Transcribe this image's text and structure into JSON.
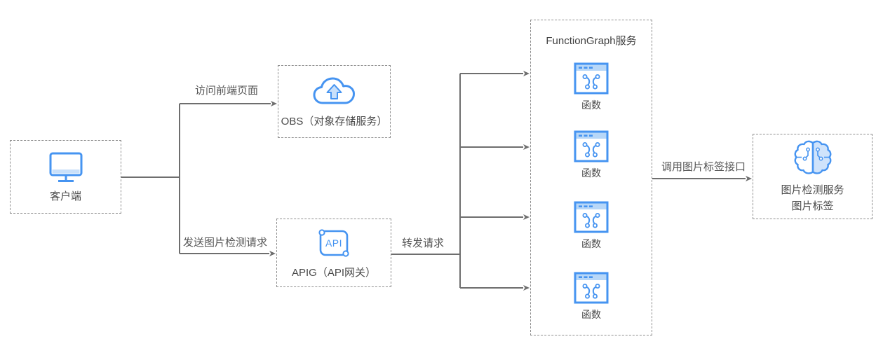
{
  "colors": {
    "icon_blue": "#4694f1",
    "icon_light_fill": "#c9e0fa",
    "titlebar_fill": "#b7d7f8",
    "box_border": "#8f8f8f",
    "arrow_gray": "#6e6e6e",
    "text_gray": "#4a4a4a"
  },
  "nodes": {
    "client": {
      "label": "客户端"
    },
    "obs": {
      "label": "OBS（对象存储服务）"
    },
    "apig": {
      "label": "APIG（API网关）"
    },
    "functiongraph": {
      "title": "FunctionGraph服务",
      "functions": [
        {
          "label": "函数"
        },
        {
          "label": "函数"
        },
        {
          "label": "函数"
        },
        {
          "label": "函数"
        }
      ]
    },
    "ai": {
      "line1": "图片检测服务",
      "line2": "图片标签"
    }
  },
  "edges": {
    "client_to_obs": {
      "label": "访问前端页面"
    },
    "client_to_apig": {
      "label": "发送图片检测请求"
    },
    "apig_to_functiongraph": {
      "label": "转发请求"
    },
    "functiongraph_to_ai": {
      "label": "调用图片标签接口"
    }
  }
}
